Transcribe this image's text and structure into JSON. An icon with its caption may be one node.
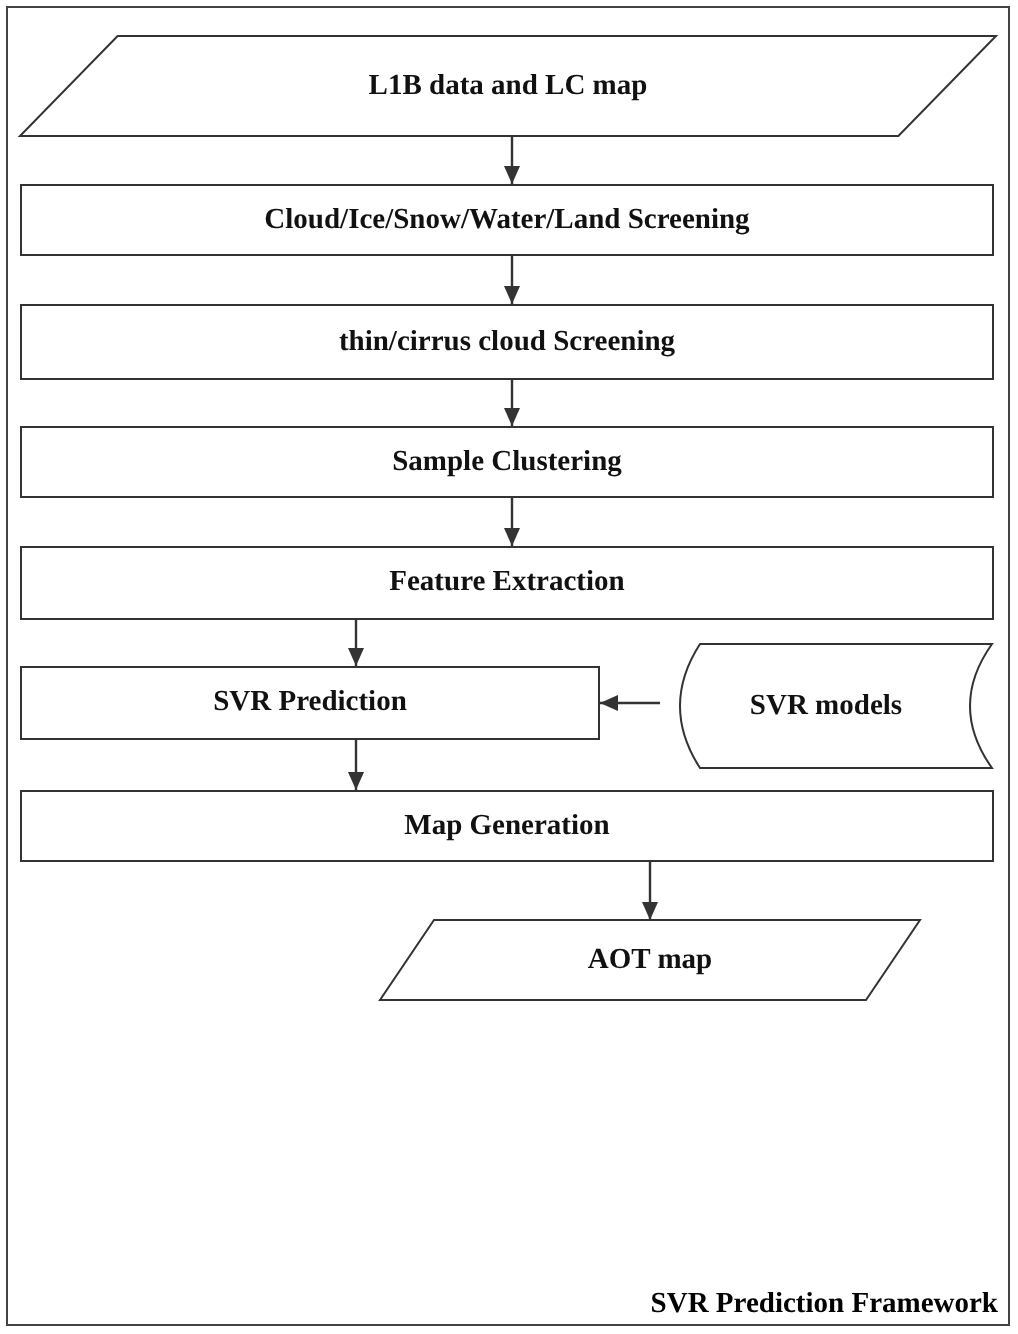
{
  "diagram": {
    "nodes": [
      {
        "text": [
          "L1B data and LC map"
        ]
      },
      {
        "text": [
          "Cloud/Ice/Snow/Water/Land Screening"
        ]
      },
      {
        "text": [
          "thin/cirrus cloud Screening"
        ]
      },
      {
        "text": [
          "Sample Clustering"
        ]
      },
      {
        "text": [
          "Feature Extraction"
        ]
      },
      {
        "text": [
          "SVR Prediction"
        ]
      },
      {
        "text": [
          "SVR models"
        ]
      },
      {
        "text": [
          "Map Generation"
        ]
      },
      {
        "text": [
          "AOT map"
        ]
      }
    ],
    "edges": [
      {
        "from": 0,
        "to": 1,
        "arrow": "to"
      },
      {
        "from": 1,
        "to": 2,
        "arrow": "to"
      },
      {
        "from": 2,
        "to": 3,
        "arrow": "to"
      },
      {
        "from": 3,
        "to": 4,
        "arrow": "to"
      },
      {
        "from": 4,
        "to": 5,
        "arrow": "to"
      },
      {
        "from": 6,
        "to": 5,
        "arrow": "to"
      },
      {
        "from": 5,
        "to": 7,
        "arrow": "to"
      },
      {
        "from": 7,
        "to": 8,
        "arrow": "to"
      }
    ],
    "labels": [
      "SVR Prediction Framework"
    ]
  }
}
